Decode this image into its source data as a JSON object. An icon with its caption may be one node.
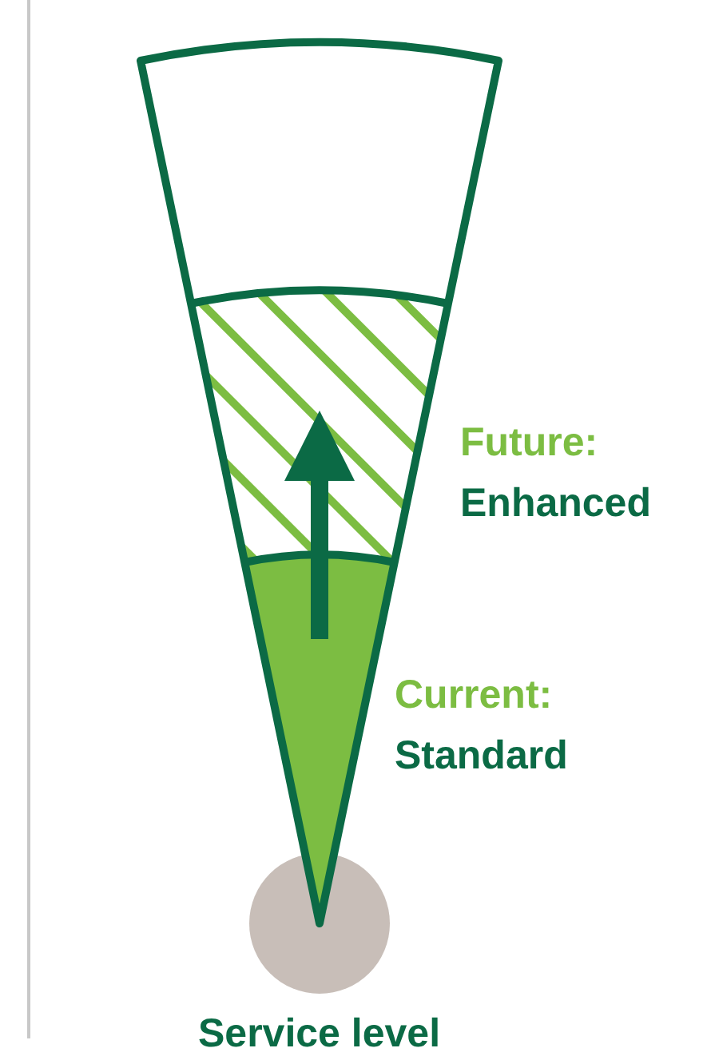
{
  "diagram": {
    "labels": [
      "Future:",
      "Enhanced",
      "Current:",
      "Standard",
      "Service level"
    ]
  }
}
